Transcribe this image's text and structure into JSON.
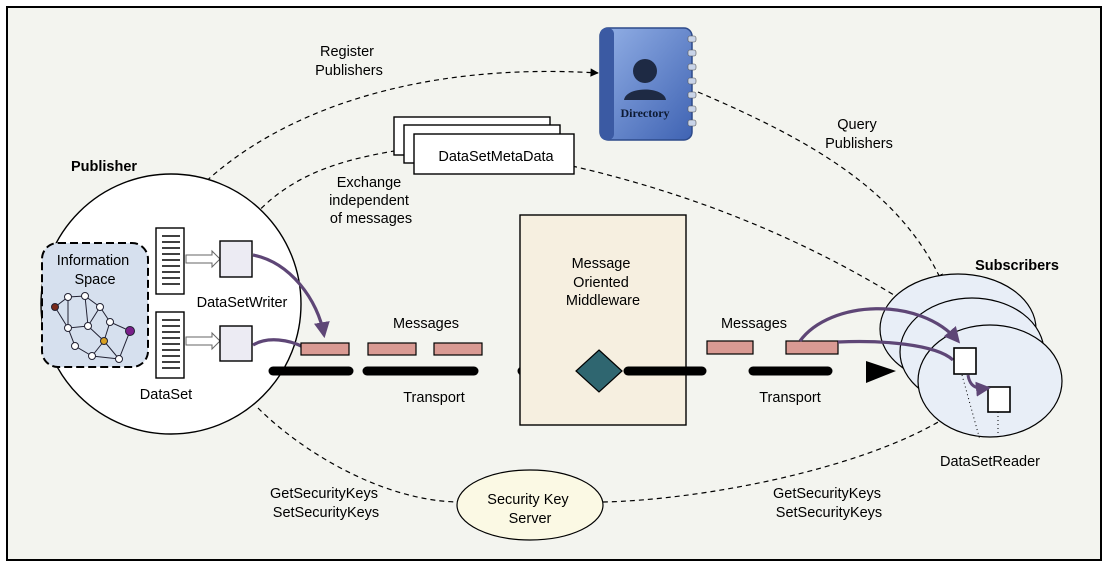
{
  "publisher": {
    "title": "Publisher",
    "information_space": [
      "Information",
      "Space"
    ],
    "dataset_label": "DataSet",
    "datasetwriter_label": "DataSetWriter"
  },
  "directory": {
    "label": "Directory"
  },
  "register": [
    "Register",
    "Publishers"
  ],
  "query": [
    "Query",
    "Publishers"
  ],
  "metadata": {
    "label": "DataSetMetaData"
  },
  "exchange": [
    "Exchange",
    "independent",
    "of messages"
  ],
  "middleware": [
    "Message",
    "Oriented",
    "Middleware"
  ],
  "messages_left": "Messages",
  "messages_right": "Messages",
  "transport_left": "Transport",
  "transport_right": "Transport",
  "subscribers": {
    "title": "Subscribers",
    "datasetreader_label": "DataSetReader"
  },
  "security": {
    "server": [
      "Security Key",
      "Server"
    ],
    "left_calls": [
      "GetSecurityKeys",
      "SetSecurityKeys"
    ],
    "right_calls": [
      "GetSecurityKeys",
      "SetSecurityKeys"
    ]
  },
  "colors": {
    "background": "#f3f4ef",
    "message_fill": "#d99a93",
    "info_space_fill": "#d6e0ee",
    "middleware_fill": "#f6efe0",
    "diamond_fill": "#2f6670",
    "arrow_purple": "#5e4676",
    "security_fill": "#fbf9e4",
    "subscriber_fill": "#e8eef7",
    "directory_blue": "#6b8fd3"
  }
}
